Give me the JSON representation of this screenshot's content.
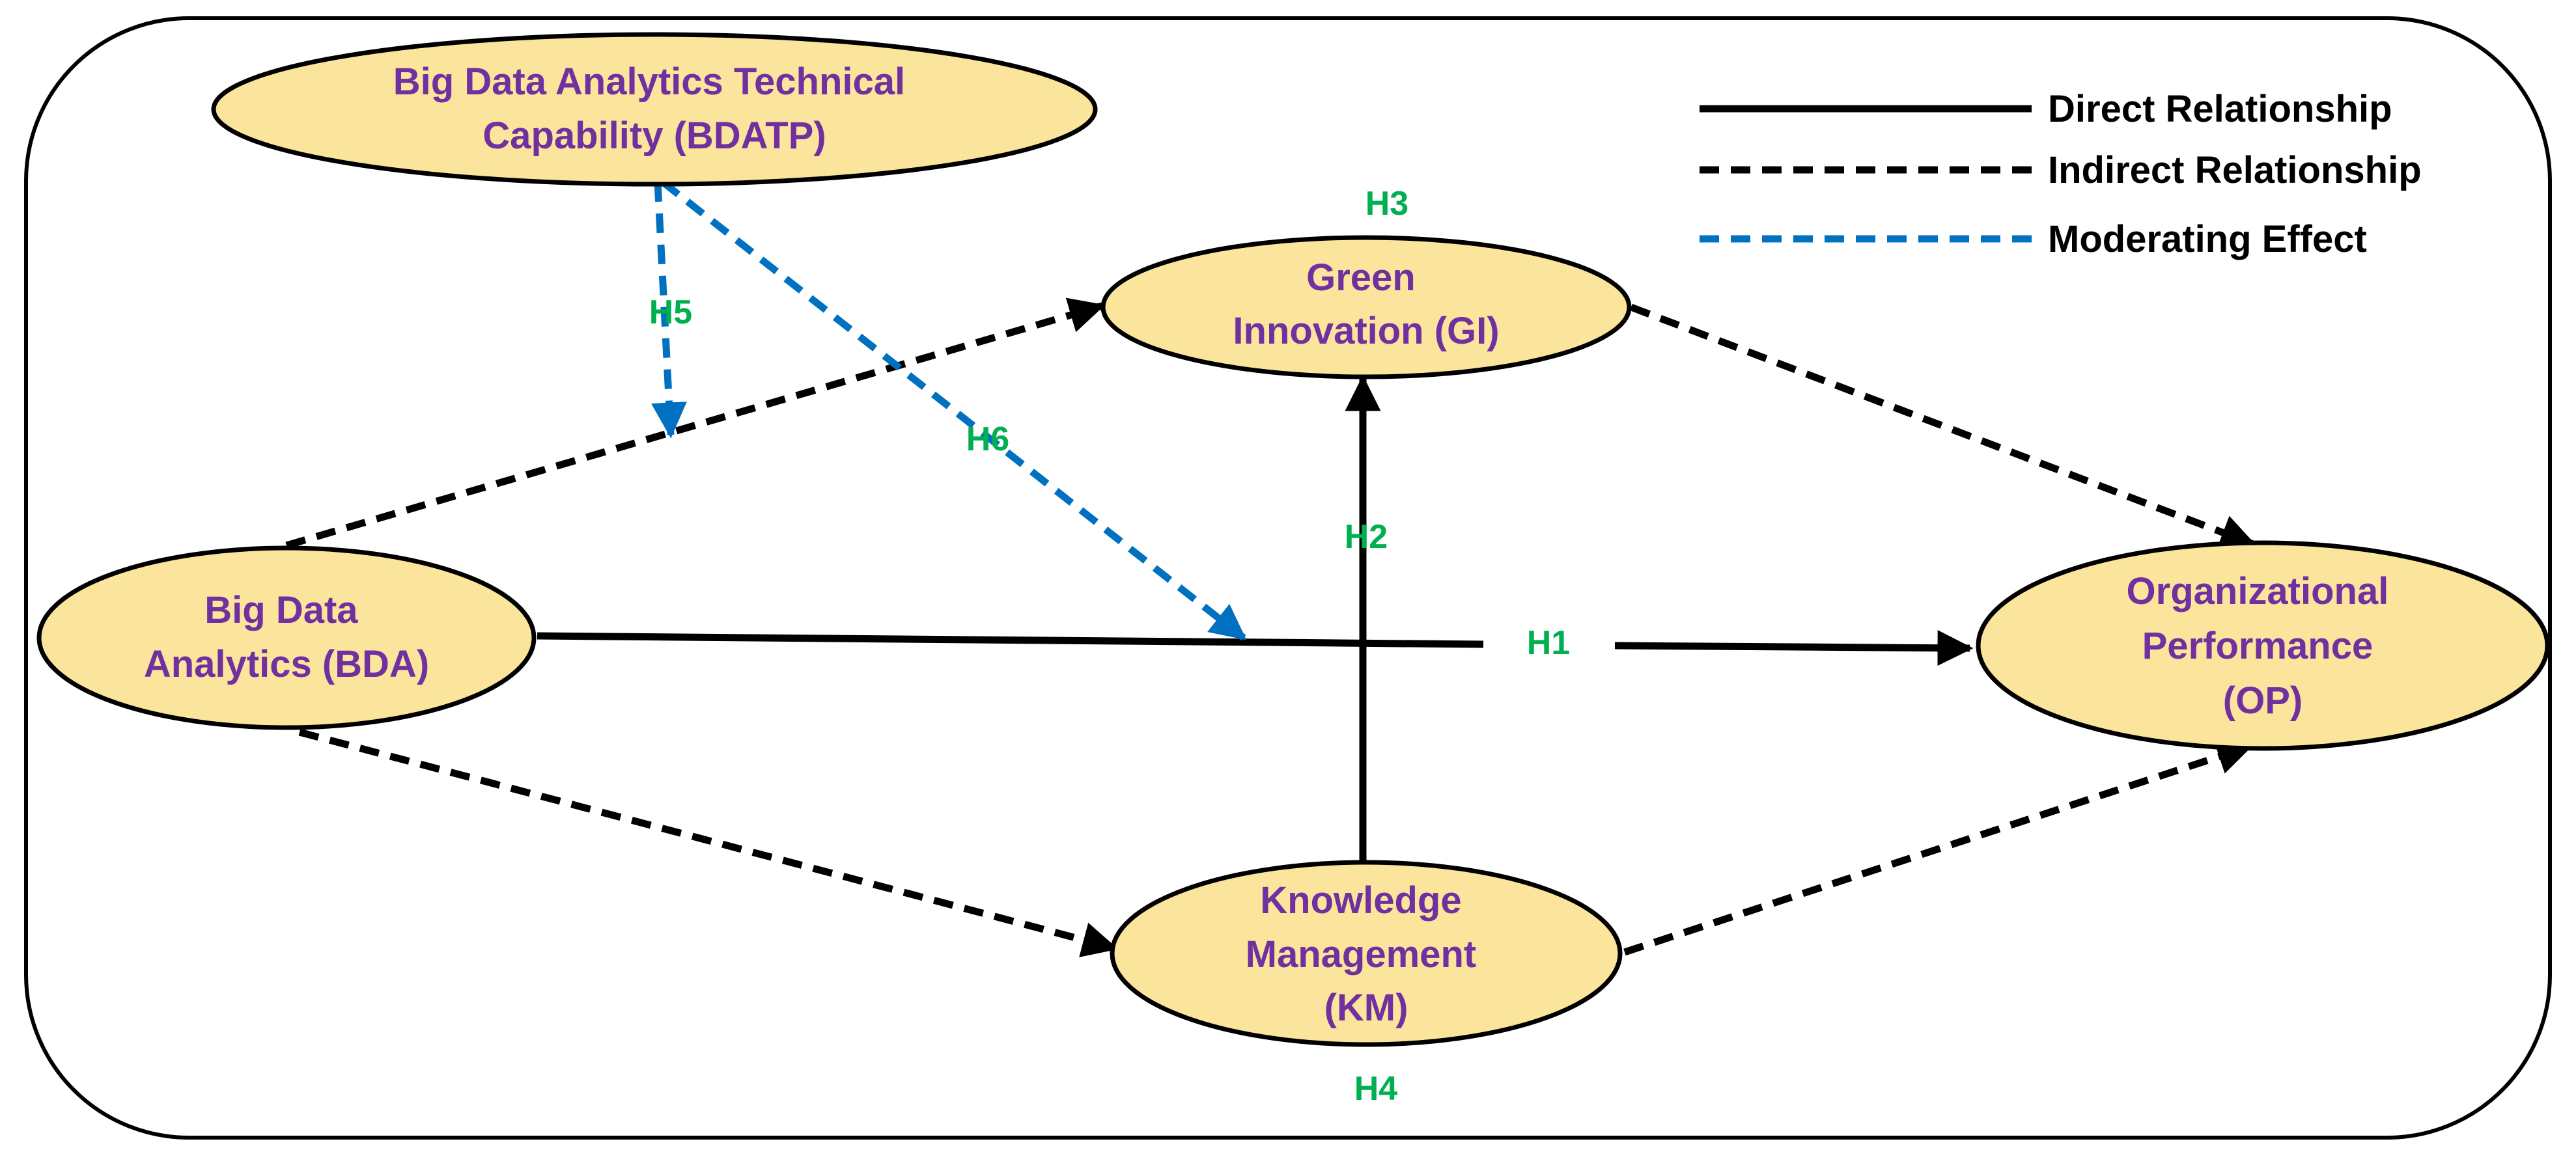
{
  "colors": {
    "node_fill": "#FBE49B",
    "node_stroke": "#000000",
    "node_text": "#7030A0",
    "hypothesis_text": "#00B050",
    "direct_line": "#000000",
    "indirect_line": "#000000",
    "moderating_line": "#0070C0",
    "frame_stroke": "#000000",
    "background": "#FFFFFF"
  },
  "legend": {
    "direct": "Direct Relationship",
    "indirect": "Indirect Relationship",
    "moderating": "Moderating Effect"
  },
  "nodes": {
    "bdatp": {
      "line1": "Big Data Analytics Technical",
      "line2": "Capability (BDATP)"
    },
    "gi": {
      "line1": "Green",
      "line2": "Innovation (GI)"
    },
    "bda": {
      "line1": "Big Data",
      "line2": "Analytics (BDA)"
    },
    "op": {
      "line1": "Organizational",
      "line2": "Performance",
      "line3": "(OP)"
    },
    "km": {
      "line1": "Knowledge",
      "line2": "Management",
      "line3": "(KM)"
    }
  },
  "hypotheses": {
    "h1": "H1",
    "h2": "H2",
    "h3": "H3",
    "h4": "H4",
    "h5": "H5",
    "h6": "H6"
  },
  "edges": [
    {
      "from": "BDA",
      "to": "OP",
      "type": "direct",
      "hypothesis": "H1"
    },
    {
      "from": "KM",
      "to": "GI",
      "type": "direct",
      "hypothesis": "H2"
    },
    {
      "from": "BDA",
      "to": "GI",
      "type": "indirect"
    },
    {
      "from": "GI",
      "to": "OP",
      "type": "indirect",
      "hypothesis": "H3"
    },
    {
      "from": "BDA",
      "to": "KM",
      "type": "indirect"
    },
    {
      "from": "KM",
      "to": "OP",
      "type": "indirect",
      "hypothesis": "H4"
    },
    {
      "from": "BDATP",
      "to": "BDA-GI path",
      "type": "moderating",
      "hypothesis": "H5"
    },
    {
      "from": "BDATP",
      "to": "BDA-OP path",
      "type": "moderating",
      "hypothesis": "H6"
    }
  ]
}
